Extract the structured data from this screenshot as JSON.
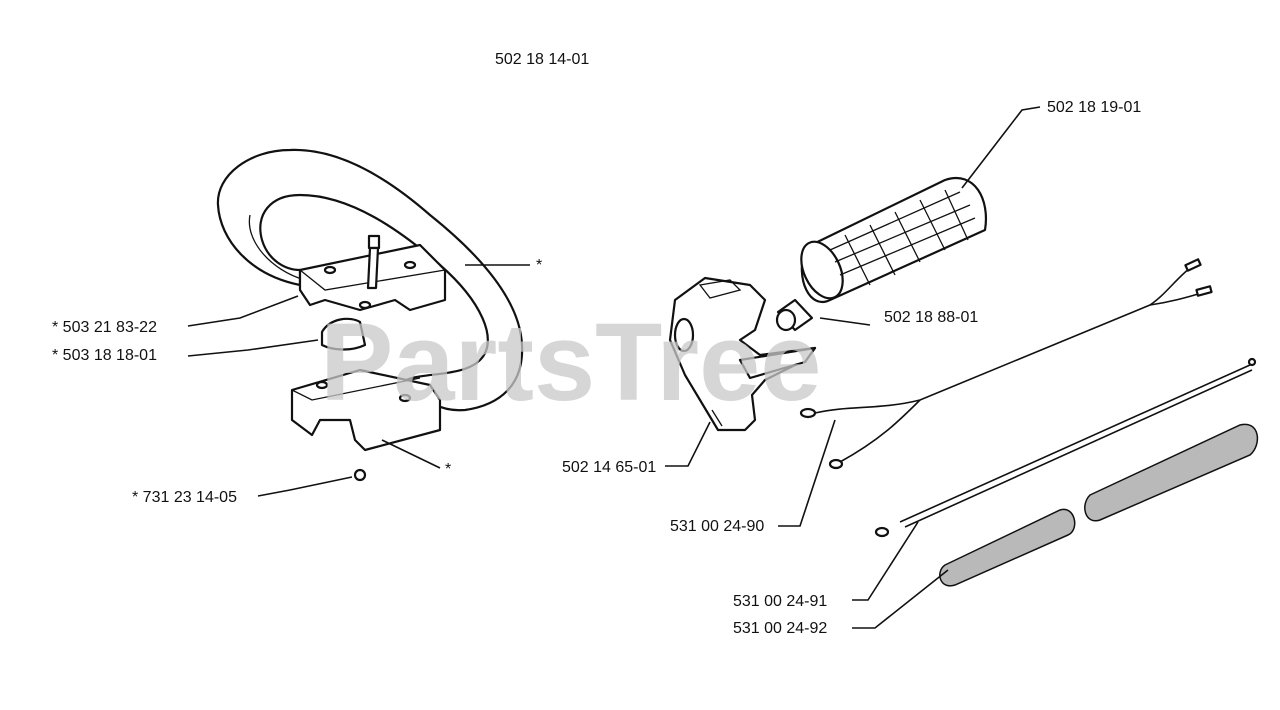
{
  "watermark": "PartsTree",
  "labels": {
    "assembly": "502 18 14-01",
    "grip": "502 18 19-01",
    "bushing": "502 18 88-01",
    "handle_bolt": "* 503 21 83-22",
    "clamp_upper": "* 503 18 18-01",
    "throttle_housing": "502 14 65-01",
    "wire_a": "531 00 24-90",
    "nut": "* 731 23 14-05",
    "wire_b": "531 00 24-91",
    "wire_c": "531 00 24-92",
    "handle_star": "*",
    "clamp_lower_star": "*"
  }
}
